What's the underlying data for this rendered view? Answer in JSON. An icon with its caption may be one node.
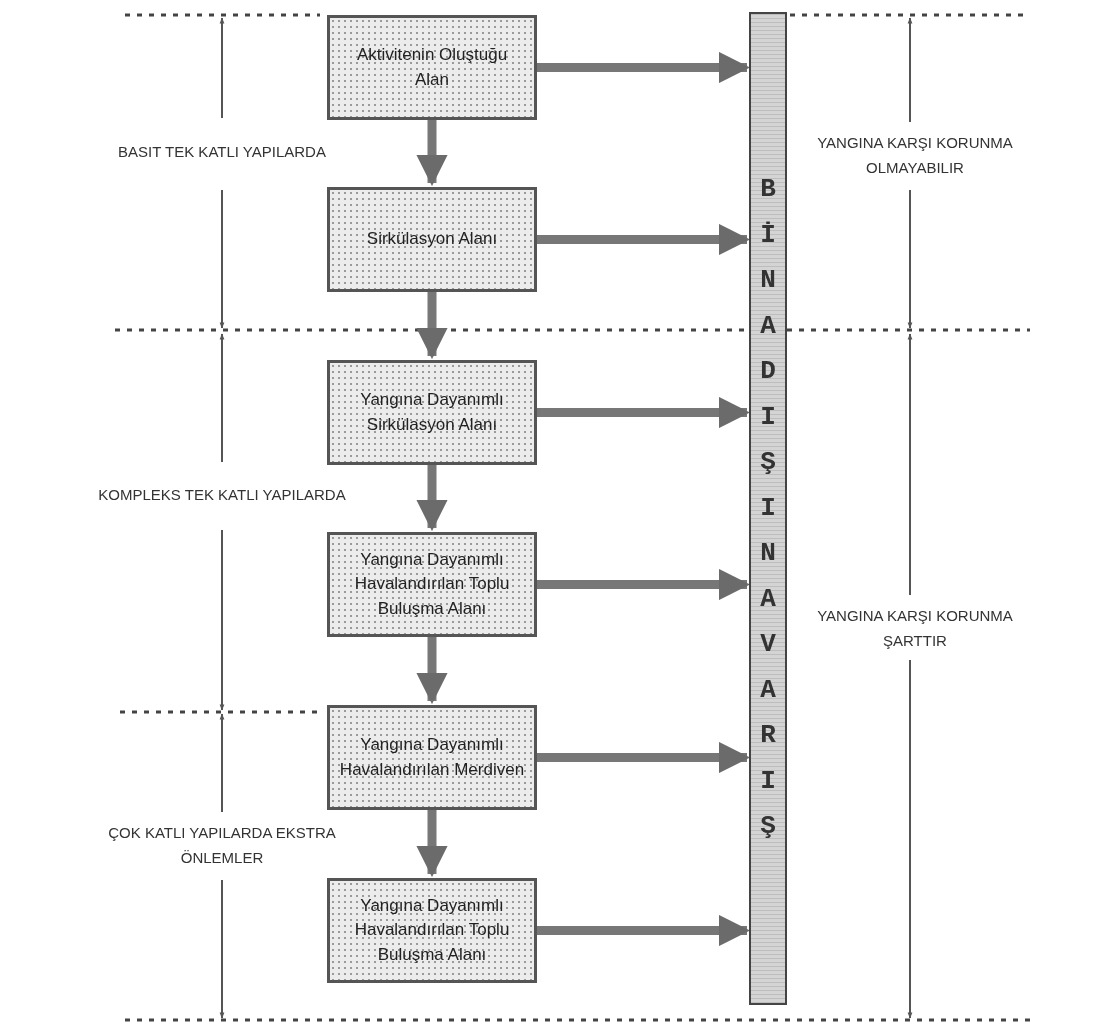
{
  "diagram": {
    "nodes": [
      {
        "text": [
          "Aktivitenin Oluştuğu Alan"
        ]
      },
      {
        "text": [
          "Sirkülasyon Alanı"
        ]
      },
      {
        "text": [
          "Yangına Dayanımlı Sirkülasyon Alanı"
        ]
      },
      {
        "text": [
          "Yangına Dayanımlı Havalandırılan Toplu Buluşma Alanı"
        ]
      },
      {
        "text": [
          "Yangına Dayanımlı Havalandırılan Merdiven"
        ]
      },
      {
        "text": [
          "Yangına Dayanımlı Havalandırılan Toplu Buluşma Alanı"
        ]
      },
      {
        "text": [
          "BİNA DIŞINA VARIŞ"
        ]
      }
    ],
    "edges": [
      {
        "from": 0,
        "to": 6,
        "arrow": "to"
      },
      {
        "from": 0,
        "to": 1,
        "arrow": "to"
      },
      {
        "from": 1,
        "to": 6,
        "arrow": "to"
      },
      {
        "from": 1,
        "to": 2,
        "arrow": "to"
      },
      {
        "from": 2,
        "to": 6,
        "arrow": "to"
      },
      {
        "from": 2,
        "to": 3,
        "arrow": "to"
      },
      {
        "from": 3,
        "to": 6,
        "arrow": "to"
      },
      {
        "from": 3,
        "to": 4,
        "arrow": "to"
      },
      {
        "from": 4,
        "to": 6,
        "arrow": "to"
      },
      {
        "from": 4,
        "to": 5,
        "arrow": "to"
      },
      {
        "from": 5,
        "to": 6,
        "arrow": "to"
      }
    ],
    "labels": [
      "BASIT TEK KATLI YAPILARDA",
      "YANGINA KARŞI KORUNMA OLMAYABILIR",
      "KOMPLEKS TEK KATLI YAPILARDA",
      "YANGINA KARŞI KORUNMA ŞARTTIR",
      "ÇOK KATLI YAPILARDA EKSTRA ÖNLEMLER"
    ]
  }
}
